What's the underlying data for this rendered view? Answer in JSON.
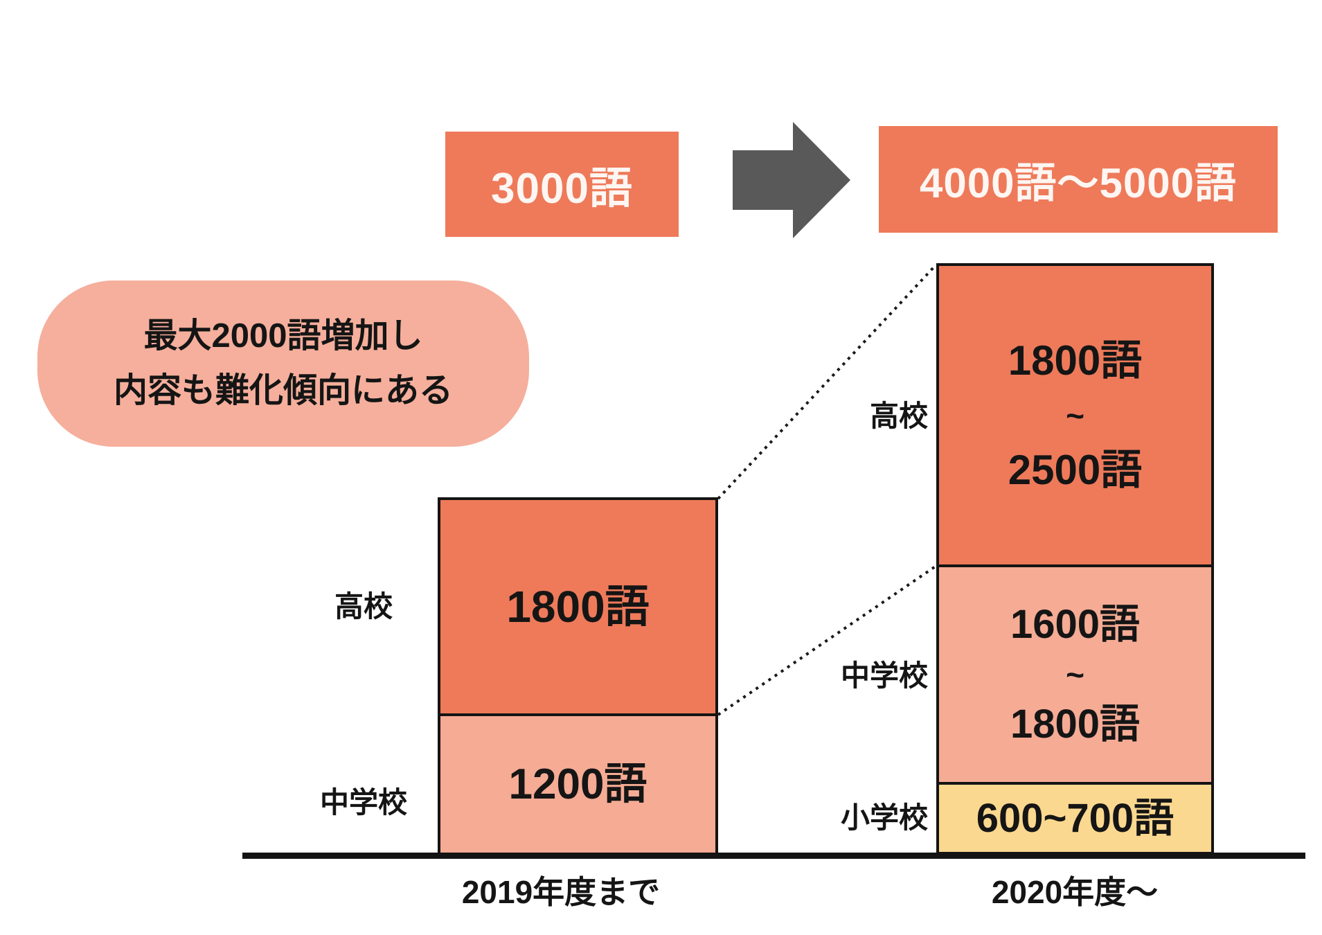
{
  "callout": {
    "line1": "最大2000語増加し",
    "line2": "内容も難化傾向にある"
  },
  "chart_data": {
    "type": "bar",
    "subtype": "stacked-comparison",
    "unit": "語",
    "description_visible_text_only": true,
    "categories": [
      "2019年度まで",
      "2020年度〜"
    ],
    "totals": [
      "3000語",
      "4000語〜5000語"
    ],
    "legend_position": "none",
    "grid": false,
    "columns": [
      {
        "axis_label": "2019年度まで",
        "total_words": 3000,
        "segments": [
          {
            "school": "高校",
            "label": "1800語",
            "words_min": 1800,
            "words_max": 1800,
            "color_key": "coral"
          },
          {
            "school": "中学校",
            "label": "1200語",
            "words_min": 1200,
            "words_max": 1200,
            "color_key": "salmon"
          }
        ]
      },
      {
        "axis_label": "2020年度〜",
        "total_words_min": 4000,
        "total_words_max": 5000,
        "segments": [
          {
            "school": "高校",
            "label_top": "1800語",
            "label_mid": "~",
            "label_bottom": "2500語",
            "words_min": 1800,
            "words_max": 2500,
            "color_key": "coral"
          },
          {
            "school": "中学校",
            "label_top": "1600語",
            "label_mid": "~",
            "label_bottom": "1800語",
            "words_min": 1600,
            "words_max": 1800,
            "color_key": "salmon"
          },
          {
            "school": "小学校",
            "label": "600~700語",
            "words_min": 600,
            "words_max": 700,
            "color_key": "yellow"
          }
        ]
      }
    ]
  },
  "colors": {
    "coral": "#EE7A5A",
    "salmon": "#F5AB94",
    "bubble_pink": "#F5AF9C",
    "yellow": "#FBD88F",
    "arrow_gray": "#595959",
    "ink": "#141414"
  }
}
